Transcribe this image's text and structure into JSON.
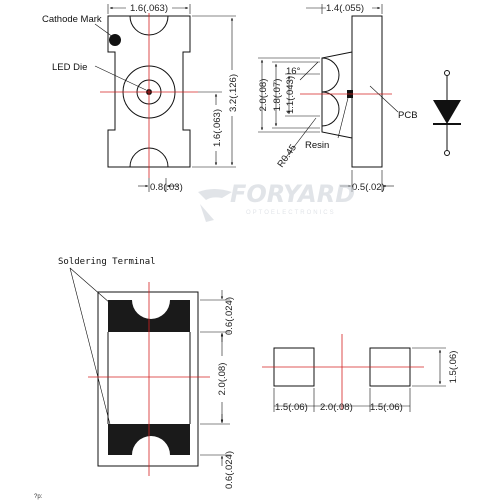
{
  "colors": {
    "line": "#111111",
    "center": "#d42020",
    "pad": "#1a1a1a",
    "watermark": "#c9ced6"
  },
  "labels": {
    "cathode_mark": "Cathode Mark",
    "led_die": "LED Die",
    "pcb": "PCB",
    "resin": "Resin",
    "soldering_terminal": "Soldering Terminal",
    "footer": "?p:"
  },
  "watermark": {
    "brand": "FORYARD",
    "sub": "OPTOELECTRONICS"
  },
  "dims": {
    "top_width": "1.6(.063)",
    "side_width": "1.4(.055)",
    "total_length": "3.2(.126)",
    "half_length": "1.6(.063)",
    "dome_2_0": "2.0(.08)",
    "dome_1_8": "1.8(.07)",
    "dome_1_1": "1.1(.043)",
    "angle": "16°",
    "radius": "R0.45",
    "bottom_notch": "0.8(.03)",
    "pcb_thick": "0.5(.02)",
    "pad_top": "0.6(.024)",
    "pad_span": "2.0(.08)",
    "pad_bottom": "0.6(.024)",
    "fp_left": "1.5(.06)",
    "fp_gap": "2.0(.08)",
    "fp_right": "1.5(.06)",
    "fp_height": "1.5(.06)"
  }
}
